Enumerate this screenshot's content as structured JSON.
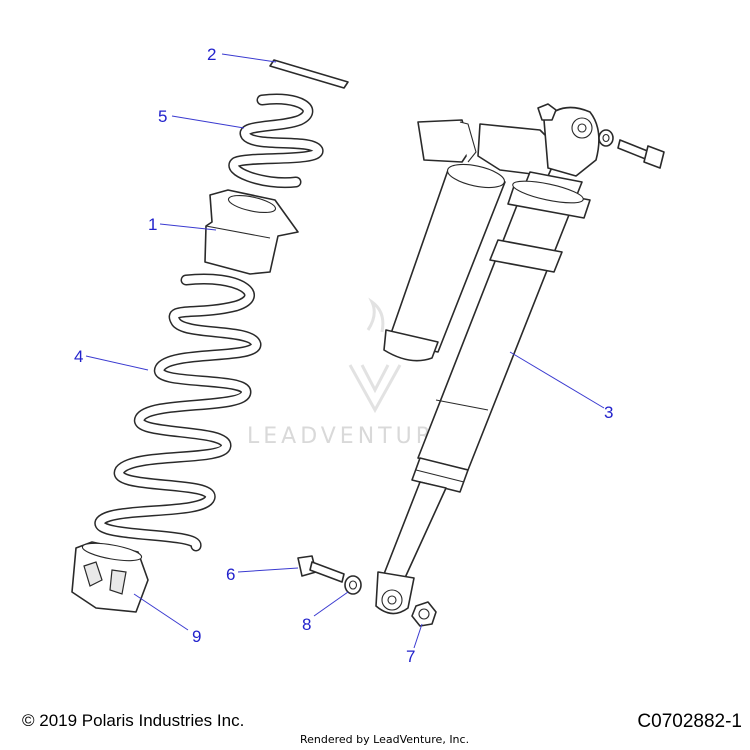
{
  "callouts": [
    {
      "id": "1",
      "label": "1"
    },
    {
      "id": "2",
      "label": "2"
    },
    {
      "id": "3",
      "label": "3"
    },
    {
      "id": "4",
      "label": "4"
    },
    {
      "id": "5",
      "label": "5"
    },
    {
      "id": "6",
      "label": "6"
    },
    {
      "id": "7",
      "label": "7"
    },
    {
      "id": "8",
      "label": "8"
    },
    {
      "id": "9",
      "label": "9"
    }
  ],
  "watermark": {
    "text": "LEADVENTURE"
  },
  "footer": {
    "copyright": "© 2019 Polaris Industries Inc.",
    "rendered_by": "Rendered by LeadVenture, Inc.",
    "figure_id": "C0702882-1"
  },
  "colors": {
    "callout": "#2222cc",
    "line": "#2a2a2a",
    "watermark": "#d9d9d9"
  }
}
